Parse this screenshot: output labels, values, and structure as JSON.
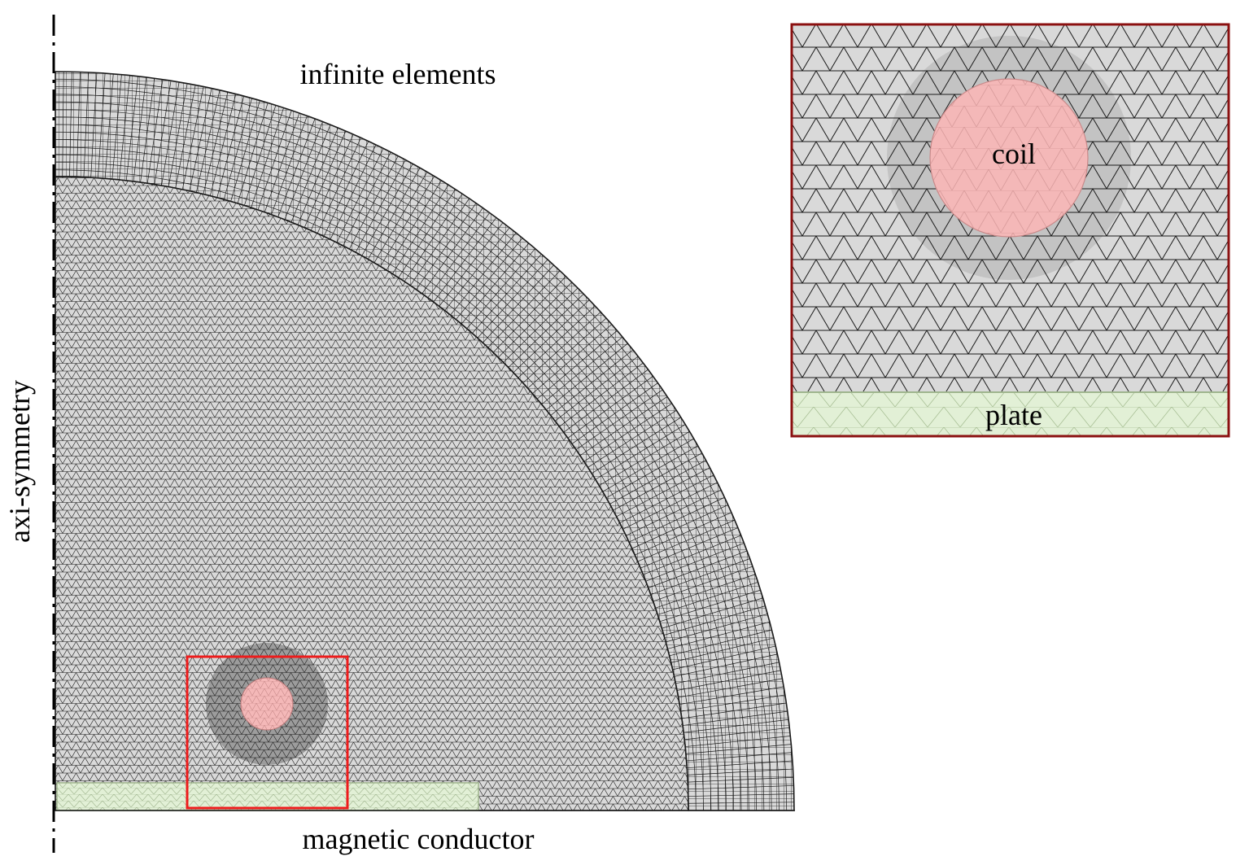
{
  "labels": {
    "infinite": "infinite elements",
    "axis": "axi-symmetry",
    "bottom": "magnetic conductor",
    "coil": "coil",
    "plate": "plate"
  },
  "colors": {
    "mesh_fill": "#d9d9d9",
    "mesh_line": "#1a1a1a",
    "coil_fill": "#f4b8b8",
    "plate_fill": "#e2f0d6",
    "plate_edge": "#9fb58e",
    "zoom_box": "#ee1c1c",
    "inset_border": "#8b1010"
  }
}
